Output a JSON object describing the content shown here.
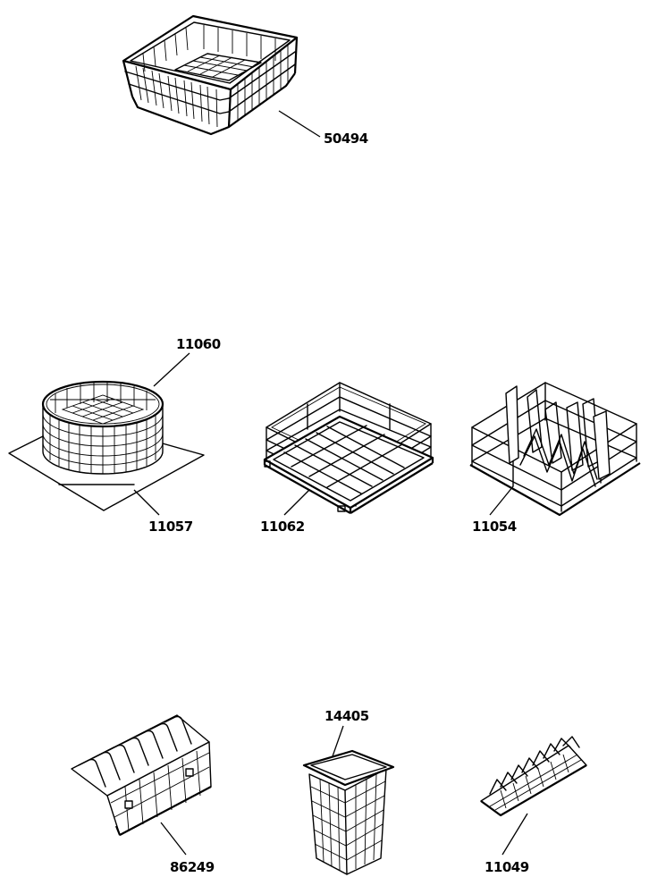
{
  "parts": [
    {
      "id": "50494",
      "label": "50494",
      "item": "rectangular rack"
    },
    {
      "id": "11060",
      "label": "11060",
      "item": "round wire basket"
    },
    {
      "id": "11057",
      "label": "11057",
      "item": "base sheet"
    },
    {
      "id": "11062",
      "label": "11062",
      "item": "flat wire rack"
    },
    {
      "id": "11054",
      "label": "11054",
      "item": "plate rack"
    },
    {
      "id": "14405",
      "label": "14405",
      "item": "cutlery basket"
    },
    {
      "id": "86249",
      "label": "86249",
      "item": "wire insert"
    },
    {
      "id": "11049",
      "label": "11049",
      "item": "plate insert"
    }
  ]
}
